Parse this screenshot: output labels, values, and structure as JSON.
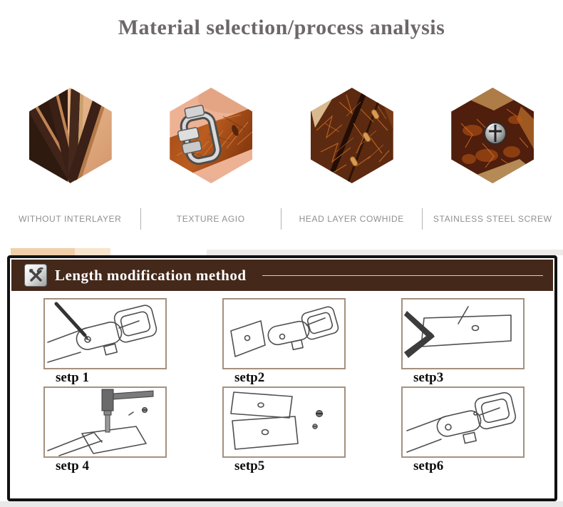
{
  "header": {
    "title": "Material selection/process analysis"
  },
  "features": {
    "items": [
      {
        "icon": "leather-layers-photo",
        "label": "WITHOUT INTERLAYER"
      },
      {
        "icon": "belt-buckle-photo",
        "label": "TEXTURE AGIO"
      },
      {
        "icon": "cowhide-texture-photo",
        "label": "HEAD LAYER COWHIDE"
      },
      {
        "icon": "steel-screw-photo",
        "label": "STAINLESS STEEL SCREW"
      }
    ]
  },
  "method": {
    "icon": "tools-icon",
    "title": "Length modification method",
    "steps": [
      {
        "figure": "unscrew-buckle-drawing",
        "label": "setp 1"
      },
      {
        "figure": "separated-parts-drawing",
        "label": "setp2"
      },
      {
        "figure": "cut-strap-drawing",
        "label": "setp3"
      },
      {
        "figure": "punch-hole-drawing",
        "label": "setp 4"
      },
      {
        "figure": "strap-pieces-and-screws-drawing",
        "label": "setp5"
      },
      {
        "figure": "reassembled-belt-drawing",
        "label": "setp6"
      }
    ]
  },
  "colors": {
    "title_text": "#6d676a",
    "feature_label": "#8f8f8f",
    "divider": "#b3b3b3",
    "method_bar": "#44281a",
    "method_text": "#ffffff",
    "box_border": "#111111",
    "step_border": "#a5907e",
    "step_label": "#0d0d0d",
    "accent_leather": "#b85a1e"
  }
}
